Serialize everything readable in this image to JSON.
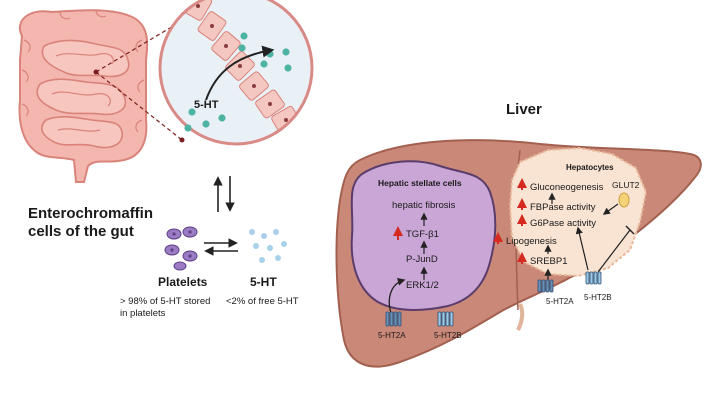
{
  "gut": {
    "title_line1": "Enterochromaffin",
    "title_line2": "cells of the gut",
    "inset_label": "5-HT"
  },
  "blood": {
    "platelets_label": "Platelets",
    "platelets_note_line1": "> 98% of 5-HT stored",
    "platelets_note_line2": "in platelets",
    "free_label": "5-HT",
    "free_note": "<2% of free 5-HT"
  },
  "liver": {
    "title": "Liver",
    "stellate": {
      "title": "Hepatic stellate cells",
      "fibrosis": "hepatic fibrosis",
      "tgf": "TGF-β1",
      "pjund": "P-JunD",
      "erk": "ERK1/2",
      "receptor_a": "5-HT2A",
      "receptor_b": "5-HT2B"
    },
    "hepatocytes": {
      "title": "Hepatocytes",
      "gluconeogenesis": "Gluconeogenesis",
      "fbpase": "FBPase activity",
      "g6pase": "G6Pase activity",
      "glut2": "GLUT2",
      "lipogenesis": "Lipogenesis",
      "srebp1": "SREBP1",
      "receptor_a": "5-HT2A",
      "receptor_b": "5-HT2B"
    }
  },
  "colors": {
    "intestine": "#f4b7b0",
    "intestine_dark": "#d9837a",
    "liver": "#c98878",
    "liver_edge": "#a3604f",
    "stellate": "#c9a6d6",
    "stellate_edge": "#5a3d6b",
    "hepatocyte": "#f9e3d2",
    "serotonin_dot": "#4fb3a3",
    "free_dot": "#a7d2ea",
    "platelet": "#8e6bb2",
    "up_arrow": "#d42a1f"
  }
}
